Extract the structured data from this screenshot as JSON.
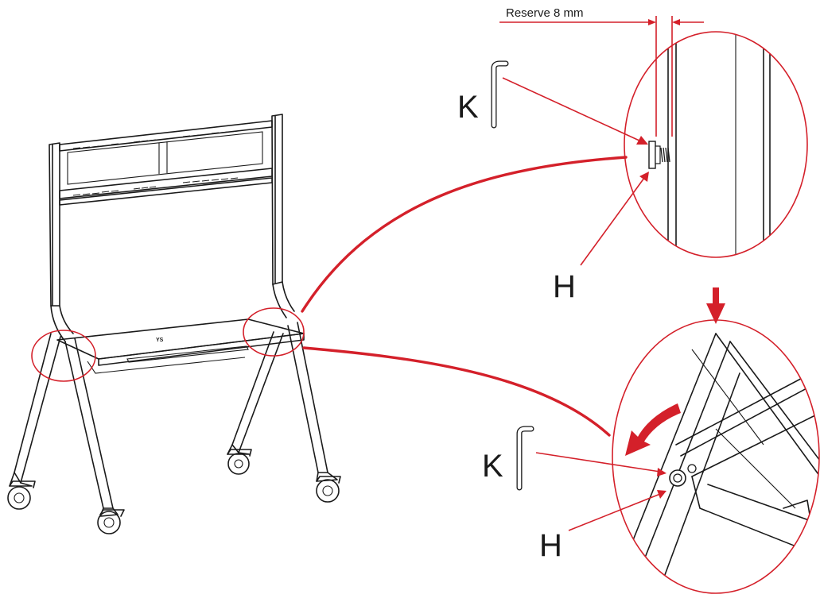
{
  "labels": {
    "reserve": "Reserve 8 mm",
    "k_top": "K",
    "h_top": "H",
    "k_bottom": "K",
    "h_bottom": "H"
  },
  "colors": {
    "accent": "#d4202a",
    "ink": "#1a1a1a"
  },
  "icons": {
    "tool": "allen-key-icon",
    "fastener": "bolt-icon",
    "direction": "down-arrow-icon",
    "rotation": "curved-arrow-icon"
  }
}
